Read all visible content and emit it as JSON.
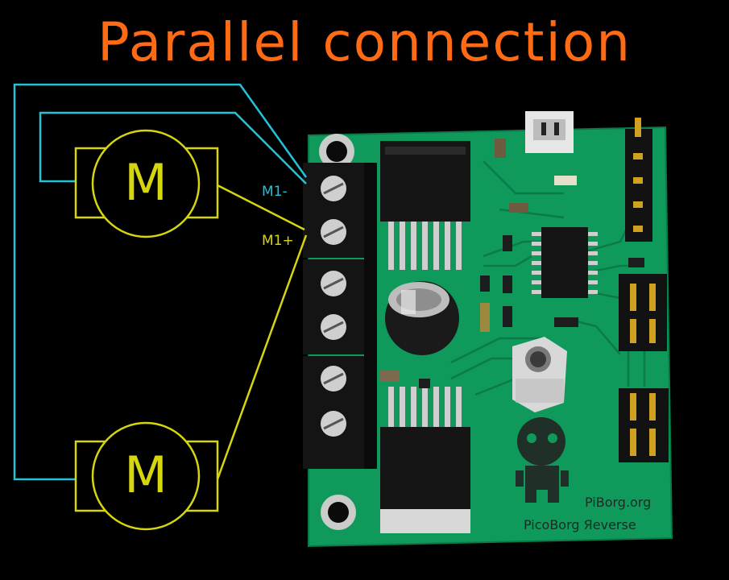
{
  "title": "Parallel connection",
  "labels": {
    "m1_minus": "M1-",
    "m1_plus": "M1+",
    "motor_top": "M",
    "motor_bottom": "M"
  },
  "board": {
    "site": "PiBorg.org",
    "product": "PicoBorg Яeverse"
  },
  "colors": {
    "title": "#ff6a14",
    "negative_wire": "#22c3d6",
    "positive_wire": "#d6d60e",
    "pcb": "#0f9a5c",
    "background": "#000000"
  }
}
